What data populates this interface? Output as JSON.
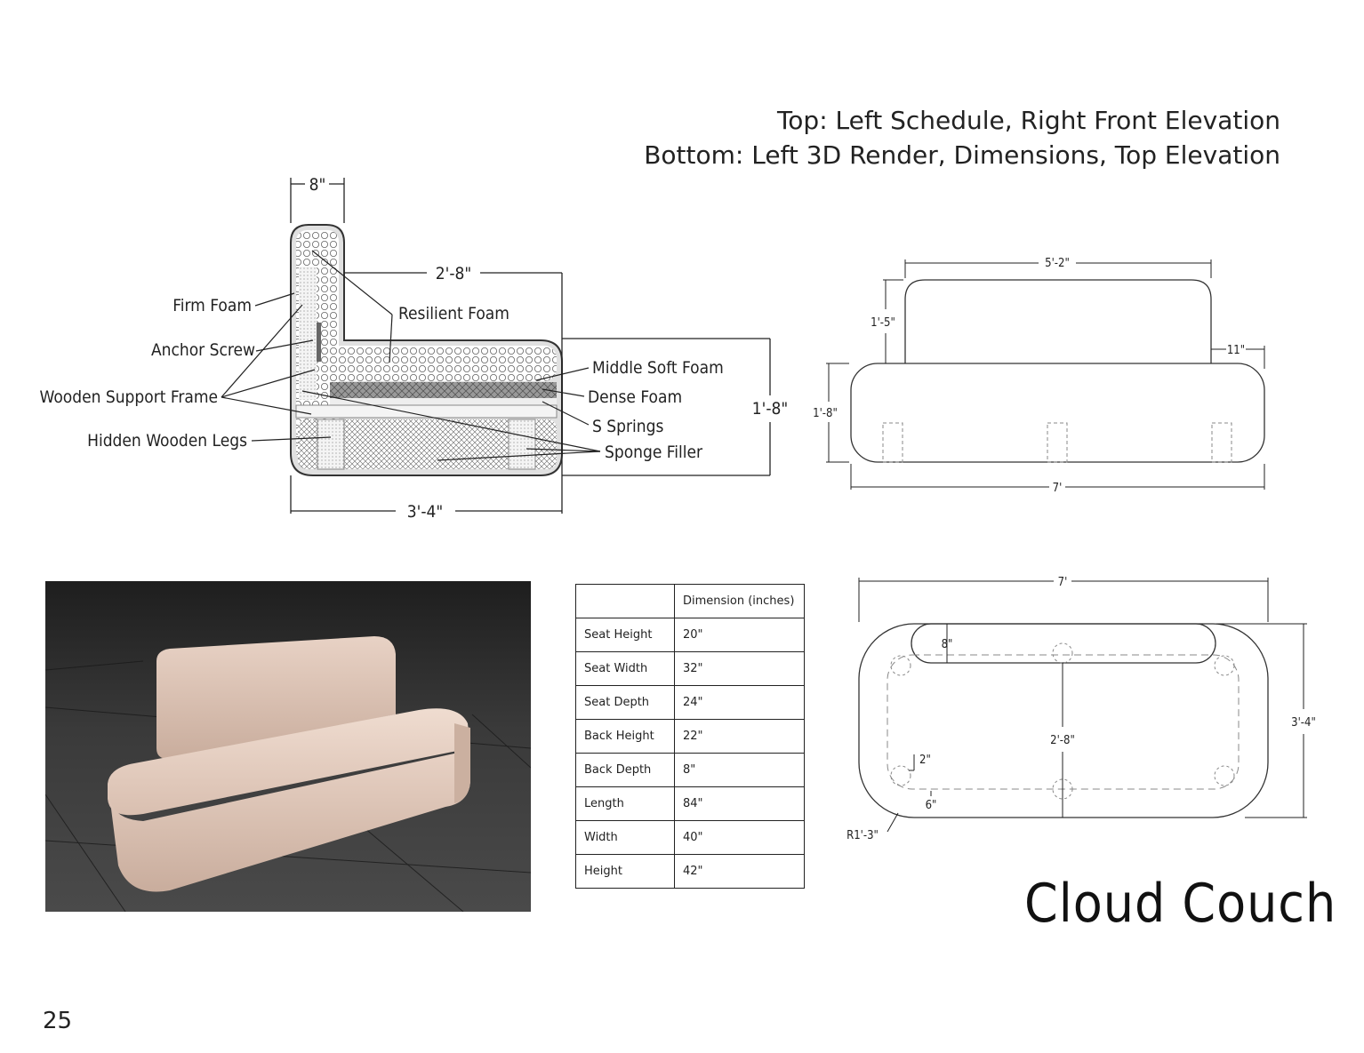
{
  "header": {
    "line1": "Top: Left Schedule, Right Front Elevation",
    "line2": "Bottom: Left 3D Render, Dimensions, Top Elevation"
  },
  "section": {
    "dims": {
      "back_width": "8\"",
      "seat_depth": "2'-8\"",
      "seat_height": "1'-8\"",
      "total_depth": "3'-4\""
    },
    "labels": {
      "firm_foam": "Firm Foam",
      "resilient_foam": "Resilient Foam",
      "anchor_screw": "Anchor Screw",
      "middle_soft_foam": "Middle Soft Foam",
      "wooden_support_frame": "Wooden Support Frame",
      "dense_foam": "Dense Foam",
      "s_springs": "S Springs",
      "hidden_wooden_legs": "Hidden Wooden Legs",
      "sponge_filler": "Sponge Filler"
    }
  },
  "front_elevation": {
    "back_width": "5'-2\"",
    "back_height": "1'-5\"",
    "back_offset": "11\"",
    "seat_height": "1'-8\"",
    "length": "7'"
  },
  "top_elevation": {
    "length": "7'",
    "back_depth": "8\"",
    "seat_depth": "2'-8\"",
    "width": "3'-4\"",
    "leg_dim": "2\"",
    "inset": "6\"",
    "radius": "R1'-3\""
  },
  "table": {
    "header": "Dimension (inches)",
    "rows": [
      {
        "label": "Seat Height",
        "value": "20\""
      },
      {
        "label": "Seat Width",
        "value": "32\""
      },
      {
        "label": "Seat Depth",
        "value": "24\""
      },
      {
        "label": "Back Height",
        "value": "22\""
      },
      {
        "label": "Back Depth",
        "value": "8\""
      },
      {
        "label": "Length",
        "value": "84\""
      },
      {
        "label": "Width",
        "value": "40\""
      },
      {
        "label": "Height",
        "value": "42\""
      }
    ]
  },
  "title": "Cloud Couch",
  "page_number": "25",
  "colors": {
    "couch": "#e6cfc2",
    "render_bg": "#2e2e2e",
    "line": "#222222"
  }
}
